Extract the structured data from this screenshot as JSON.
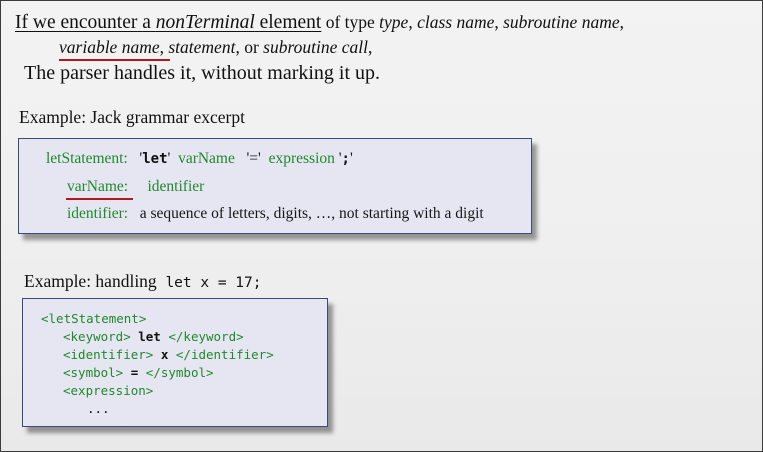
{
  "heading": {
    "if_we_encounter": "If we encounter",
    "a_word": "a",
    "nonterminal": "nonTerminal",
    "element": "element",
    "of_type": "of type",
    "type_word": "type",
    "comma1": ",",
    "class_name": "class name",
    "comma2": ",",
    "subroutine_name": "subroutine name",
    "comma3": ",",
    "variable_name": "variable name",
    "comma4": ",",
    "statement": "statement",
    "comma_or": ", or",
    "subroutine_call": "subroutine call",
    "comma5": ",",
    "line3": "The parser handles it, without marking it up."
  },
  "example1": {
    "caption": "Example: Jack grammar excerpt",
    "row1": {
      "name": "letStatement:",
      "q1": "'",
      "let": "let",
      "q2": "'",
      "varname": "varName",
      "eq": "'='",
      "expression": "expression",
      "semi_open": "'",
      "semi": ";",
      "semi_close": "'"
    },
    "row2": {
      "name": "varName:",
      "value": "identifier"
    },
    "row3": {
      "name": "identifier:",
      "value": "a sequence of letters, digits, …, not starting with a digit"
    }
  },
  "example2": {
    "caption": "Example:  handling",
    "code": "let x = 17;",
    "xml": [
      {
        "open": "<letStatement>",
        "value": "",
        "close": ""
      },
      {
        "open": "<keyword>",
        "value": " let ",
        "close": "</keyword>"
      },
      {
        "open": "<identifier>",
        "value": " x ",
        "close": "</identifier>"
      },
      {
        "open": "<symbol>",
        "value": " = ",
        "close": "</symbol>"
      },
      {
        "open": "<expression>",
        "value": "",
        "close": ""
      },
      {
        "open": "",
        "value": "...",
        "close": ""
      }
    ]
  },
  "colors": {
    "green": "#21882c",
    "underline_red": "#b01a1a",
    "box_fill": "#e6e6f3",
    "box_border": "#3d4a78"
  }
}
